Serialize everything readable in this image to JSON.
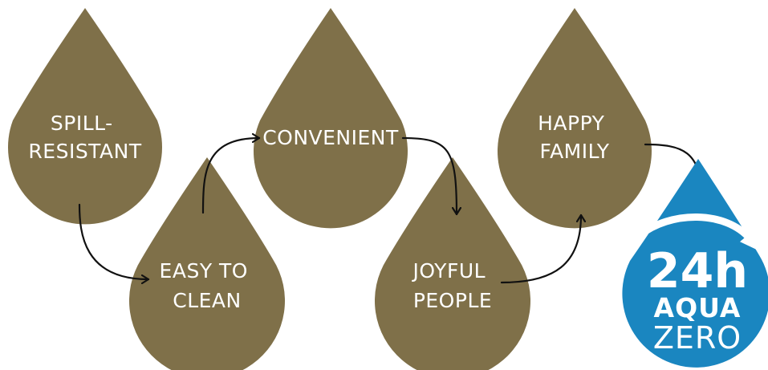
{
  "colors": {
    "drop": "#7f7049",
    "drop_text": "#ffffff",
    "arrow": "#111111",
    "logo_drop": "#1a86c0",
    "logo_text": "#ffffff"
  },
  "steps": [
    {
      "lines": [
        "SPILL-",
        "RESISTANT"
      ]
    },
    {
      "lines": [
        "EASY TO",
        "CLEAN"
      ]
    },
    {
      "lines": [
        "CONVENIENT"
      ]
    },
    {
      "lines": [
        "JOYFUL",
        "PEOPLE"
      ]
    },
    {
      "lines": [
        "HAPPY",
        "FAMILY"
      ]
    }
  ],
  "logo": {
    "line1": "24h",
    "line2": "AQUA",
    "line3": "ZERO"
  }
}
